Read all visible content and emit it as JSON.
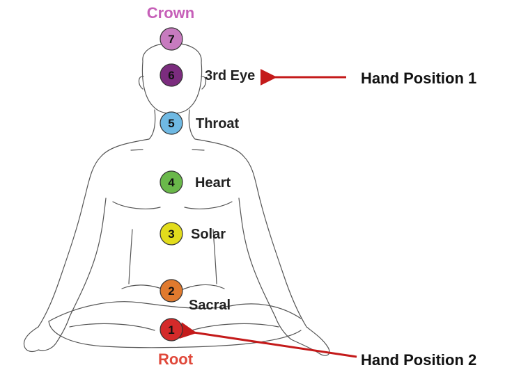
{
  "labels": {
    "crown_title": "Crown",
    "root_title": "Root",
    "hand_position_1": "Hand Position 1",
    "hand_position_2": "Hand Position 2"
  },
  "chakras": [
    {
      "number": "7",
      "name": "",
      "color": "#c77bbf"
    },
    {
      "number": "6",
      "name": "3rd Eye",
      "color": "#7b2c7e"
    },
    {
      "number": "5",
      "name": "Throat",
      "color": "#6fb9e3"
    },
    {
      "number": "4",
      "name": "Heart",
      "color": "#6ab84a"
    },
    {
      "number": "3",
      "name": "Solar",
      "color": "#e2dc1c"
    },
    {
      "number": "2",
      "name": "Sacral",
      "color": "#e07a2e"
    },
    {
      "number": "1",
      "name": "",
      "color": "#d42a2a"
    }
  ],
  "colors": {
    "crown_text": "#c65fb8",
    "root_text": "#e0483a",
    "arrow": "#c41a1a",
    "outline": "#555555"
  }
}
